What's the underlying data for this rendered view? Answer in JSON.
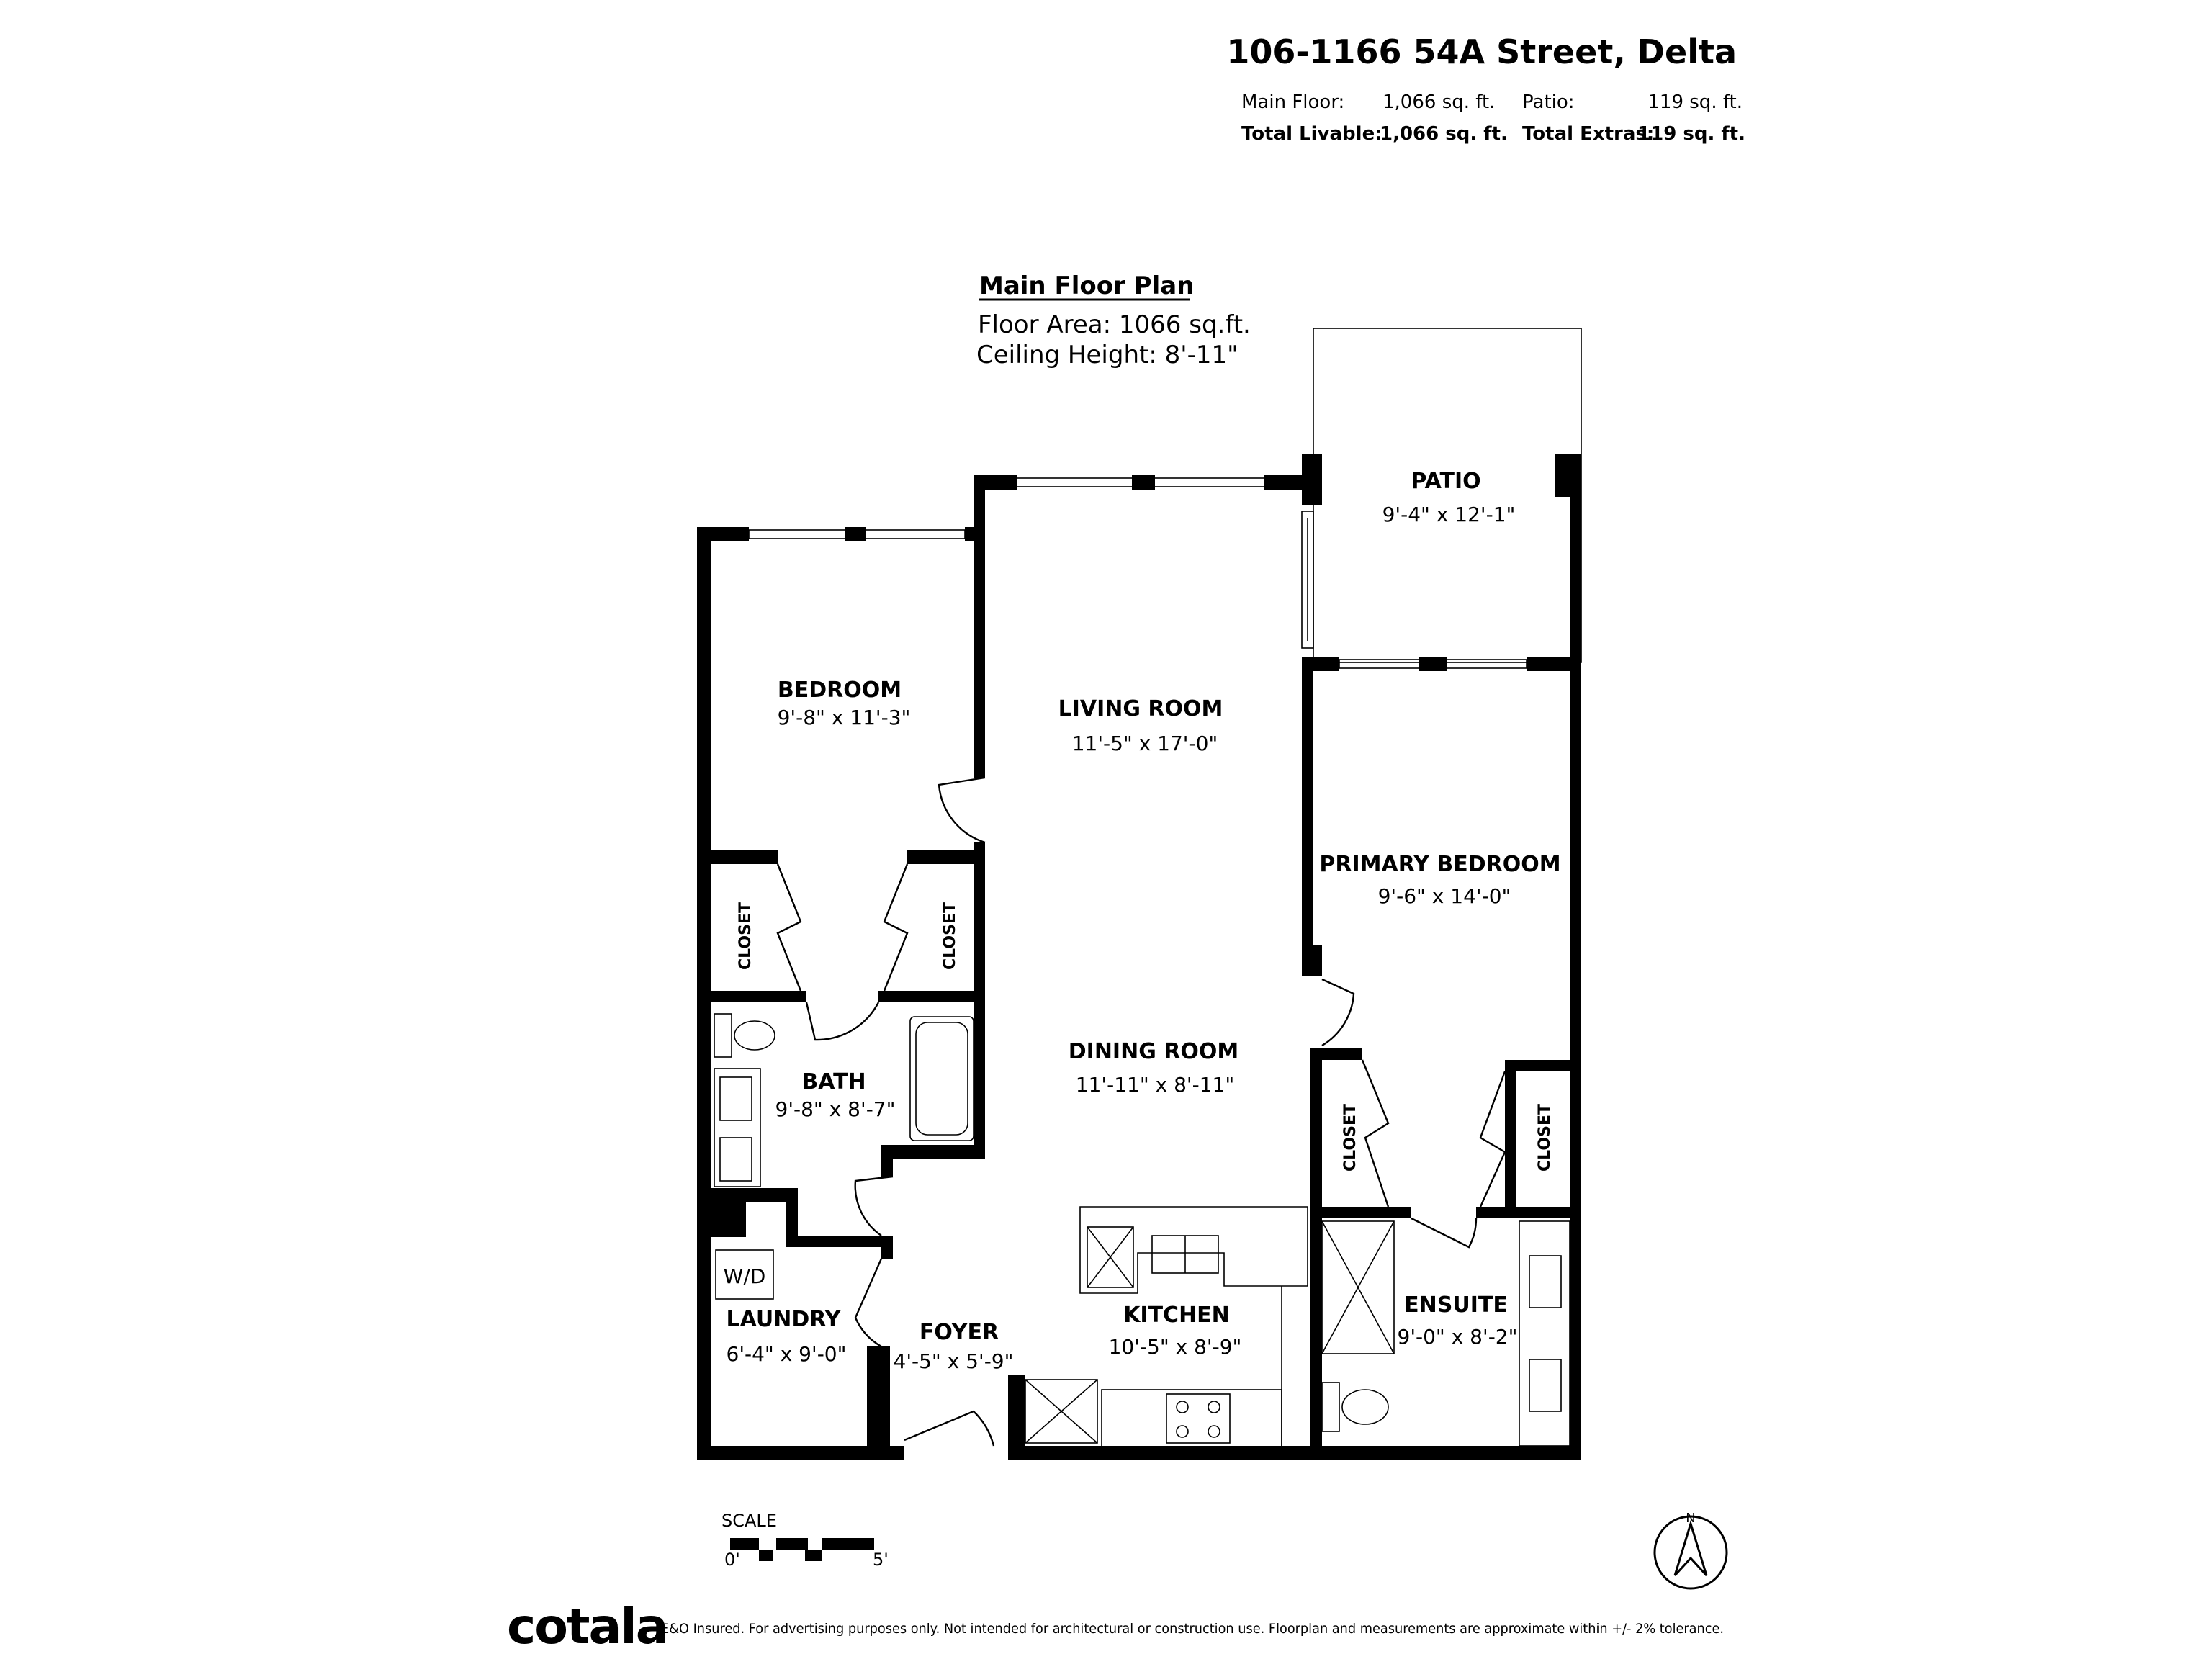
{
  "header": {
    "address": "106-1166 54A Street, Delta",
    "main_floor_label": "Main Floor:",
    "main_floor_value": "1,066 sq. ft.",
    "patio_label": "Patio:",
    "patio_value": "119 sq. ft.",
    "total_livable_label": "Total Livable:",
    "total_livable_value": "1,066 sq. ft.",
    "total_extras_label": "Total Extras:",
    "total_extras_value": "119 sq. ft."
  },
  "plan": {
    "title": "Main Floor Plan",
    "floor_area": "Floor Area: 1066 sq.ft.",
    "ceiling_height": "Ceiling Height: 8'-11\""
  },
  "rooms": {
    "patio": {
      "name": "PATIO",
      "dims": "9'-4\" x 12'-1\""
    },
    "bedroom": {
      "name": "BEDROOM",
      "dims": "9'-8\" x 11'-3\""
    },
    "living": {
      "name": "LIVING ROOM",
      "dims": "11'-5\" x 17'-0\""
    },
    "primary": {
      "name": "PRIMARY BEDROOM",
      "dims": "9'-6\" x 14'-0\""
    },
    "closet": "CLOSET",
    "bath": {
      "name": "BATH",
      "dims": "9'-8\" x 8'-7\""
    },
    "dining": {
      "name": "DINING ROOM",
      "dims": "11'-11\" x 8'-11\""
    },
    "laundry": {
      "name": "LAUNDRY",
      "dims": "6'-4\" x 9'-0\"",
      "appliance": "W/D"
    },
    "foyer": {
      "name": "FOYER",
      "dims": "4'-5\" x 5'-9\""
    },
    "kitchen": {
      "name": "KITCHEN",
      "dims": "10'-5\" x 8'-9\""
    },
    "ensuite": {
      "name": "ENSUITE",
      "dims": "9'-0\" x 8'-2\""
    }
  },
  "scale": {
    "label": "SCALE",
    "start": "0'",
    "end": "5'"
  },
  "compass": {
    "label": "N"
  },
  "footer": {
    "brand": "cotala",
    "disclaimer": "E&O Insured. For advertising purposes only. Not intended for architectural or construction use. Floorplan and measurements are approximate within +/- 2% tolerance."
  }
}
